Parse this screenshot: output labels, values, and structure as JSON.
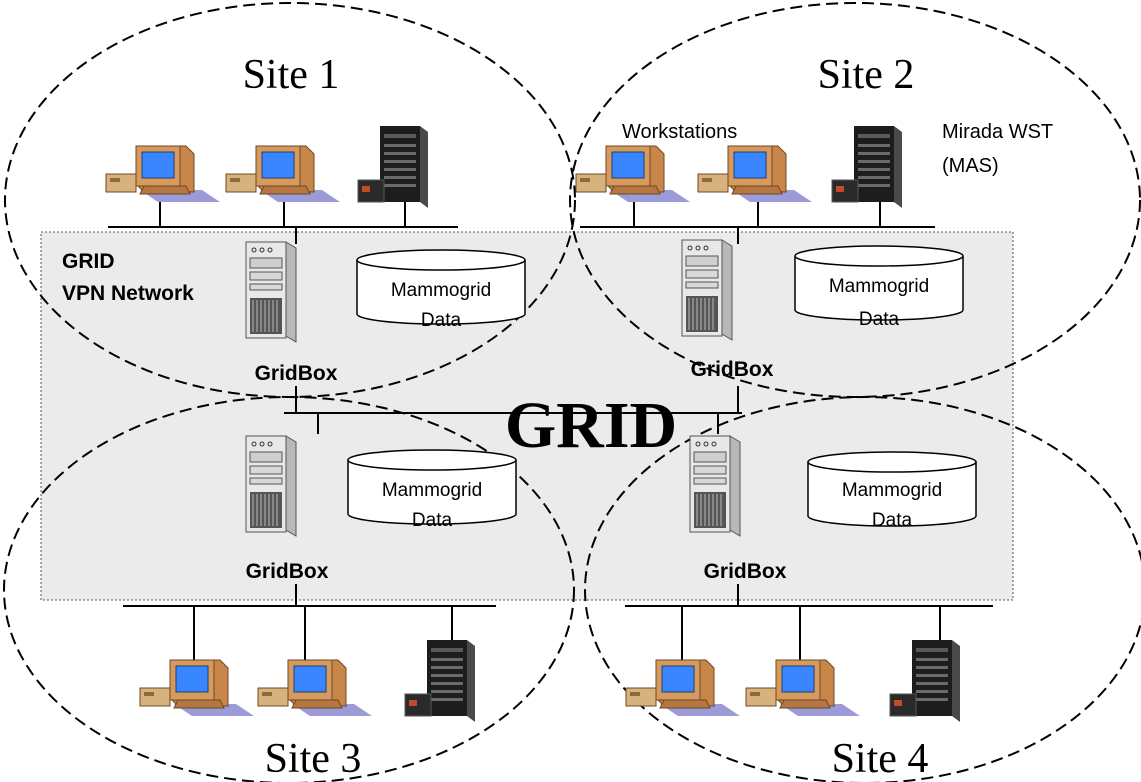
{
  "sites": [
    {
      "label": "Site 1"
    },
    {
      "label": "Site 2"
    },
    {
      "label": "Site 3"
    },
    {
      "label": "Site 4"
    }
  ],
  "grid": {
    "title": "GRID",
    "network_label_line1": "GRID",
    "network_label_line2": "VPN Network"
  },
  "gridbox_label": "GridBox",
  "database": {
    "line1": "Mammogrid",
    "line2": "Data"
  },
  "annotations": {
    "workstations": "Workstations",
    "mirada_line1": "Mirada WST",
    "mirada_line2": "(MAS)"
  },
  "colors": {
    "grid_area_fill": "#ebebeb",
    "monitor_body": "#c8864a",
    "monitor_screen": "#3a86ff",
    "server_body": "#2f2f2f"
  },
  "icons": [
    "workstation-icon",
    "server-rack-icon",
    "gridbox-server-icon",
    "database-icon"
  ]
}
